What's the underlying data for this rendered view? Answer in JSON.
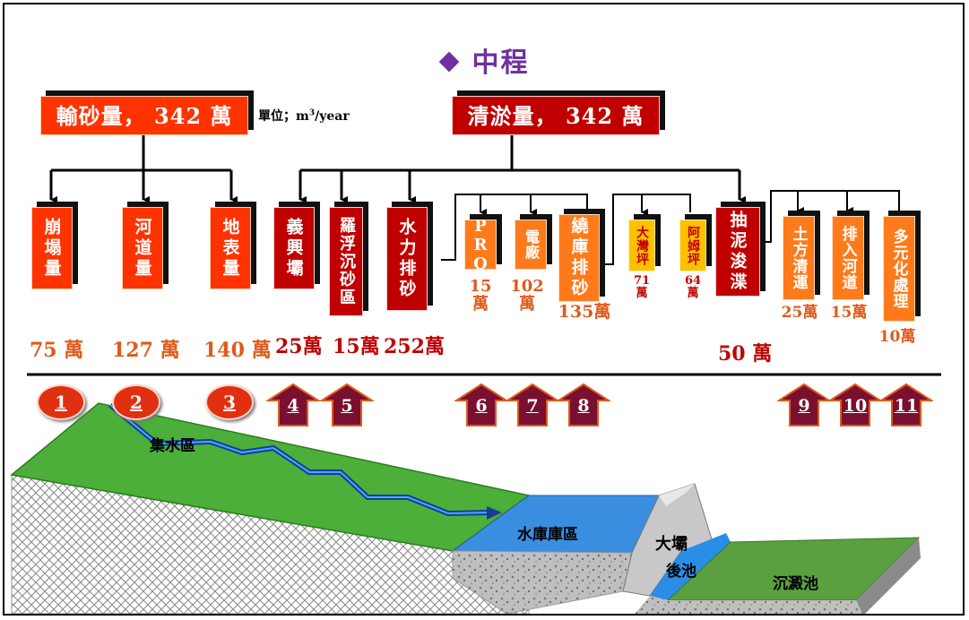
{
  "title": "中程",
  "unit": {
    "prefix": "單位；m",
    "sup": "3",
    "suffix": "/year"
  },
  "top_boxes": {
    "transport": "輸砂量， 342 萬",
    "dredge": "清淤量， 342 萬"
  },
  "sources": [
    {
      "label": "崩塌量",
      "amount": "75 萬"
    },
    {
      "label": "河道量",
      "amount": "127 萬"
    },
    {
      "label": "地表量",
      "amount": "140 萬"
    }
  ],
  "removal": [
    {
      "label": "義興壩",
      "amount": "25萬"
    },
    {
      "label": "羅浮沉砂區",
      "amount": "15萬"
    },
    {
      "label": "水力排砂",
      "amount": "252萬"
    }
  ],
  "hydro_sub": [
    {
      "label": "PRO",
      "value": "15",
      "unit": "萬"
    },
    {
      "label": "電廠",
      "value": "102",
      "unit": "萬"
    },
    {
      "label": "繞庫排砂",
      "value": "135萬",
      "unit": ""
    }
  ],
  "bypass_sub": [
    {
      "label": "大灣坪",
      "value": "71",
      "unit": "萬"
    },
    {
      "label": "阿姆坪",
      "value": "64",
      "unit": "萬"
    }
  ],
  "dredging": {
    "label": "抽泥浚渫",
    "amount": "50 萬"
  },
  "disposal": [
    {
      "label": "土方清運",
      "amount": "25萬"
    },
    {
      "label": "排入河道",
      "amount": "15萬"
    },
    {
      "label": "多元化處理",
      "amount": "10萬"
    }
  ],
  "markers": [
    "1",
    "2",
    "3",
    "4",
    "5",
    "6",
    "7",
    "8",
    "9",
    "10",
    "11"
  ],
  "scene": {
    "catchment": "集水區",
    "reservoir": "水庫庫區",
    "dam": "大壩",
    "afterbay": "後池",
    "settling": "沉澱池"
  },
  "colors": {
    "red": "#ff3300",
    "dark_red": "#c00000",
    "orange": "#ff7a1a",
    "yellow": "#ffc000",
    "title": "#7030a0",
    "green": "#4caf3a",
    "water": "#3a8ee0"
  }
}
